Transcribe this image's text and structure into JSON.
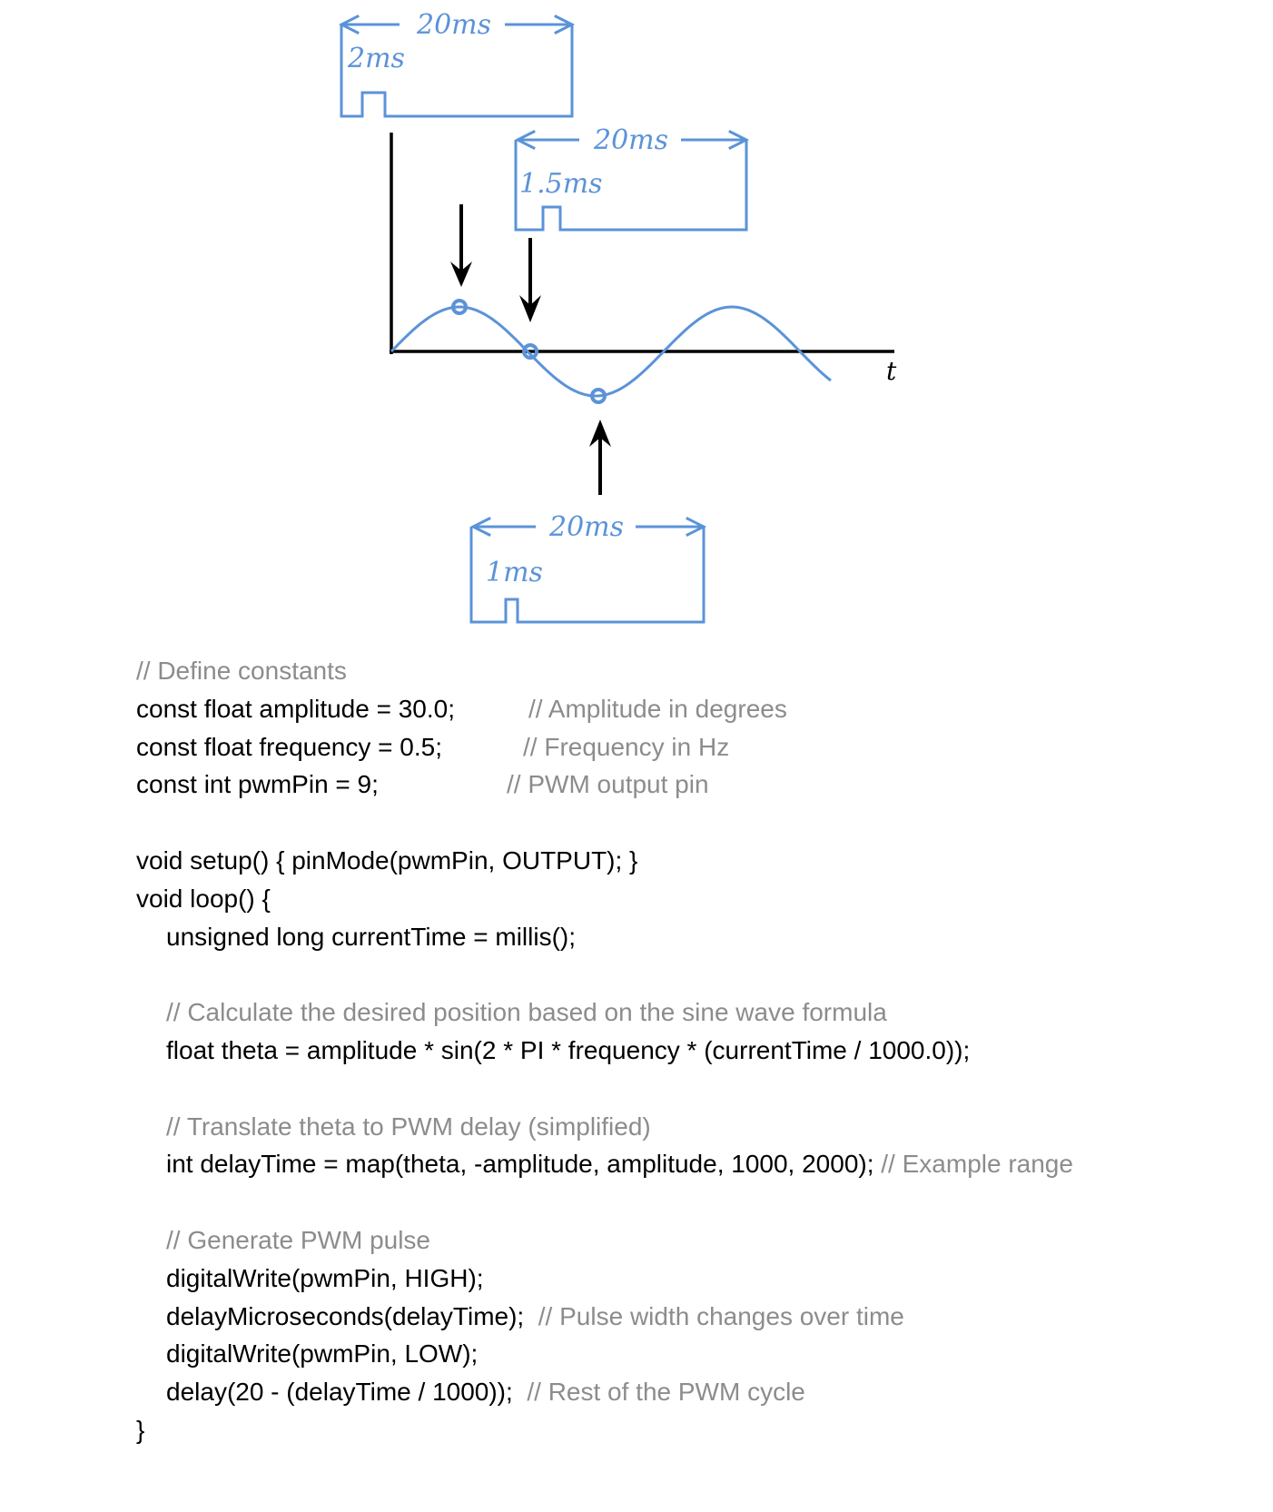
{
  "colors": {
    "pulse": "#5b93d8",
    "axis": "#000000",
    "arrow": "#000000",
    "comment": "#8c8c8c",
    "code": "#000000"
  },
  "diagram": {
    "axis_label_t": "t",
    "pulse_top": {
      "period_label": "20ms",
      "width_label": "2ms"
    },
    "pulse_middle": {
      "period_label": "20ms",
      "width_label": "1.5ms"
    },
    "pulse_bottom": {
      "period_label": "20ms",
      "width_label": "1ms"
    }
  },
  "code": {
    "lines": [
      {
        "code": "",
        "comment": "// Define constants"
      },
      {
        "code": "const float amplitude = 30.0;",
        "comment": "// Amplitude in degrees"
      },
      {
        "code": "const float frequency = 0.5;",
        "comment": "// Frequency in Hz"
      },
      {
        "code": "const int pwmPin = 9;",
        "comment": "// PWM output pin"
      },
      {
        "code": "",
        "comment": ""
      },
      {
        "code": "void setup() { pinMode(pwmPin, OUTPUT); }",
        "comment": ""
      },
      {
        "code": "void loop() {",
        "comment": ""
      },
      {
        "code": "unsigned long currentTime = millis();",
        "comment": ""
      },
      {
        "code": "",
        "comment": ""
      },
      {
        "code": "",
        "comment": "// Calculate the desired position based on the sine wave formula"
      },
      {
        "code": "float theta = amplitude * sin(2 * PI * frequency * (currentTime / 1000.0));",
        "comment": ""
      },
      {
        "code": "",
        "comment": ""
      },
      {
        "code": "",
        "comment": "// Translate theta to PWM delay (simplified)"
      },
      {
        "code": "int delayTime = map(theta, -amplitude, amplitude, 1000, 2000); ",
        "comment": "// Example range"
      },
      {
        "code": "",
        "comment": ""
      },
      {
        "code": "",
        "comment": "// Generate PWM pulse"
      },
      {
        "code": "digitalWrite(pwmPin, HIGH);",
        "comment": ""
      },
      {
        "code": "delayMicroseconds(delayTime);  ",
        "comment": "// Pulse width changes over time"
      },
      {
        "code": "digitalWrite(pwmPin, LOW);",
        "comment": ""
      },
      {
        "code": "delay(20 - (delayTime / 1000));  ",
        "comment": "// Rest of the PWM cycle"
      },
      {
        "code": "}",
        "comment": ""
      }
    ]
  }
}
